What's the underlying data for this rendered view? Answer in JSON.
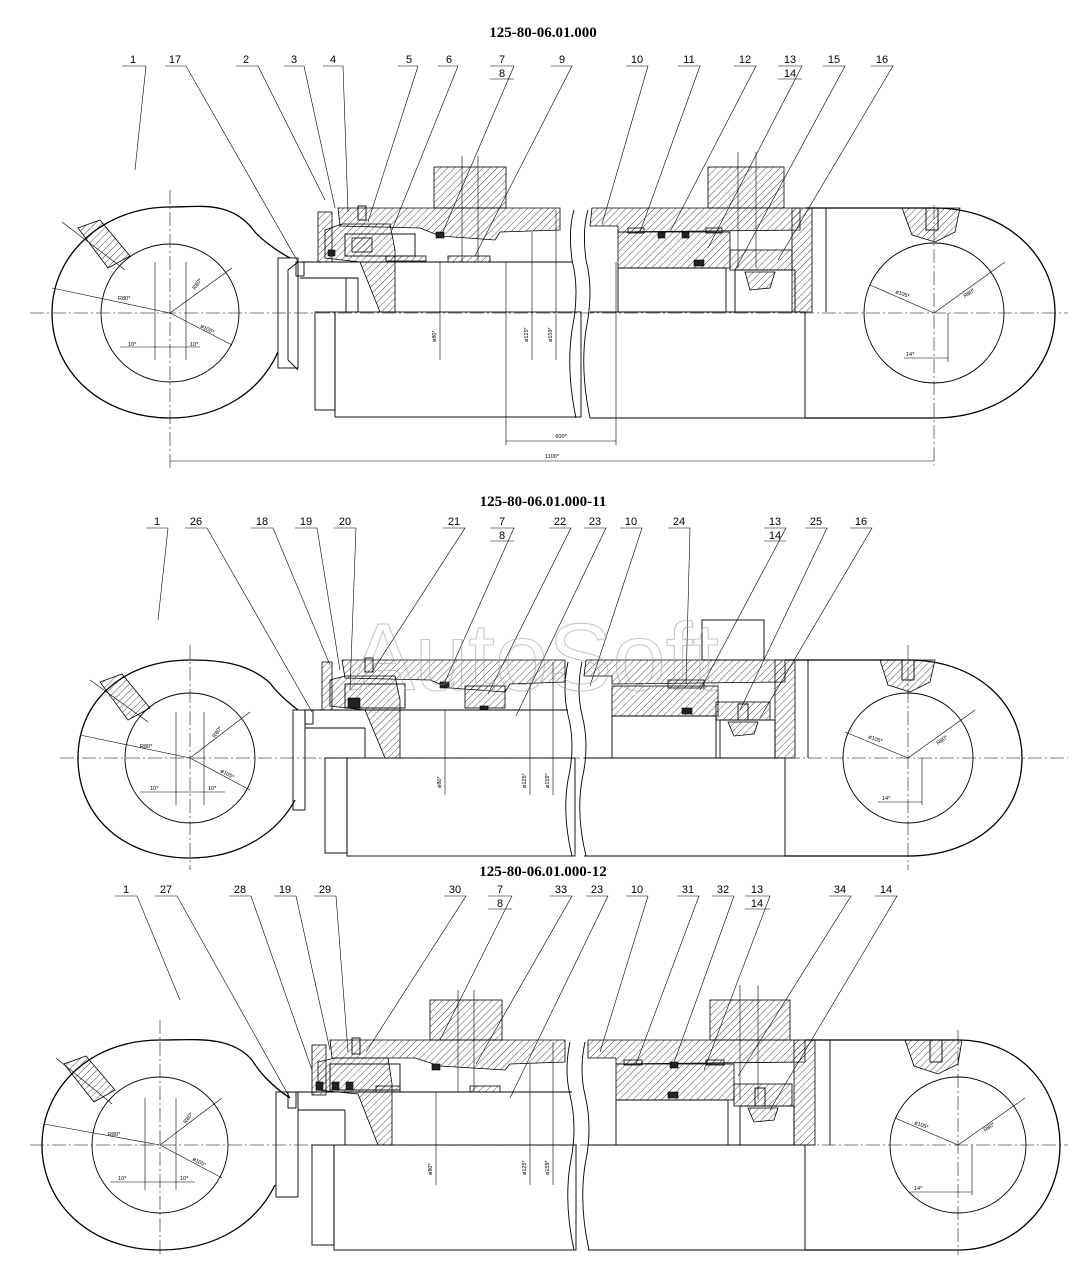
{
  "views": [
    {
      "title": "125-80-06.01.000",
      "labels": [
        "1",
        "17",
        "2",
        "3",
        "4",
        "5",
        "6",
        "7",
        "8",
        "9",
        "10",
        "11",
        "12",
        "13",
        "14",
        "15",
        "16"
      ],
      "dims": {
        "r_left": "R80*",
        "r_left2": "R80*",
        "d_left": "ø105*",
        "off_a": "10*",
        "off_b": "10*",
        "d_rod": "ø80*",
        "d_bore": "ø125*",
        "d_out": "ø159*",
        "d_right": "ø105*",
        "r_right": "R80*",
        "off_r": "14*",
        "stroke": "600*",
        "length": "1100*"
      }
    },
    {
      "title": "125-80-06.01.000-11",
      "labels": [
        "1",
        "26",
        "18",
        "19",
        "20",
        "21",
        "7",
        "8",
        "22",
        "23",
        "10",
        "24",
        "13",
        "14",
        "25",
        "16"
      ],
      "dims": {
        "r_left": "R80*",
        "r_left2": "R80*",
        "d_left": "ø105*",
        "off_a": "10*",
        "off_b": "10*",
        "d_rod": "ø80*",
        "d_bore": "ø125*",
        "d_out": "ø159*",
        "d_right": "ø105*",
        "r_right": "R80*",
        "off_r": "14*"
      }
    },
    {
      "title": "125-80-06.01.000-12",
      "labels": [
        "1",
        "27",
        "28",
        "19",
        "29",
        "30",
        "7",
        "8",
        "33",
        "23",
        "10",
        "31",
        "32",
        "13",
        "14",
        "34",
        "14"
      ],
      "dims": {
        "r_left": "R80*",
        "r_left2": "R80*",
        "d_left": "ø105*",
        "off_a": "10*",
        "off_b": "10*",
        "d_rod": "ø80*",
        "d_bore": "ø125*",
        "d_out": "ø159*",
        "d_right": "ø105*",
        "r_right": "R80*",
        "off_r": "14*"
      }
    }
  ],
  "watermark": "AutoSoft"
}
